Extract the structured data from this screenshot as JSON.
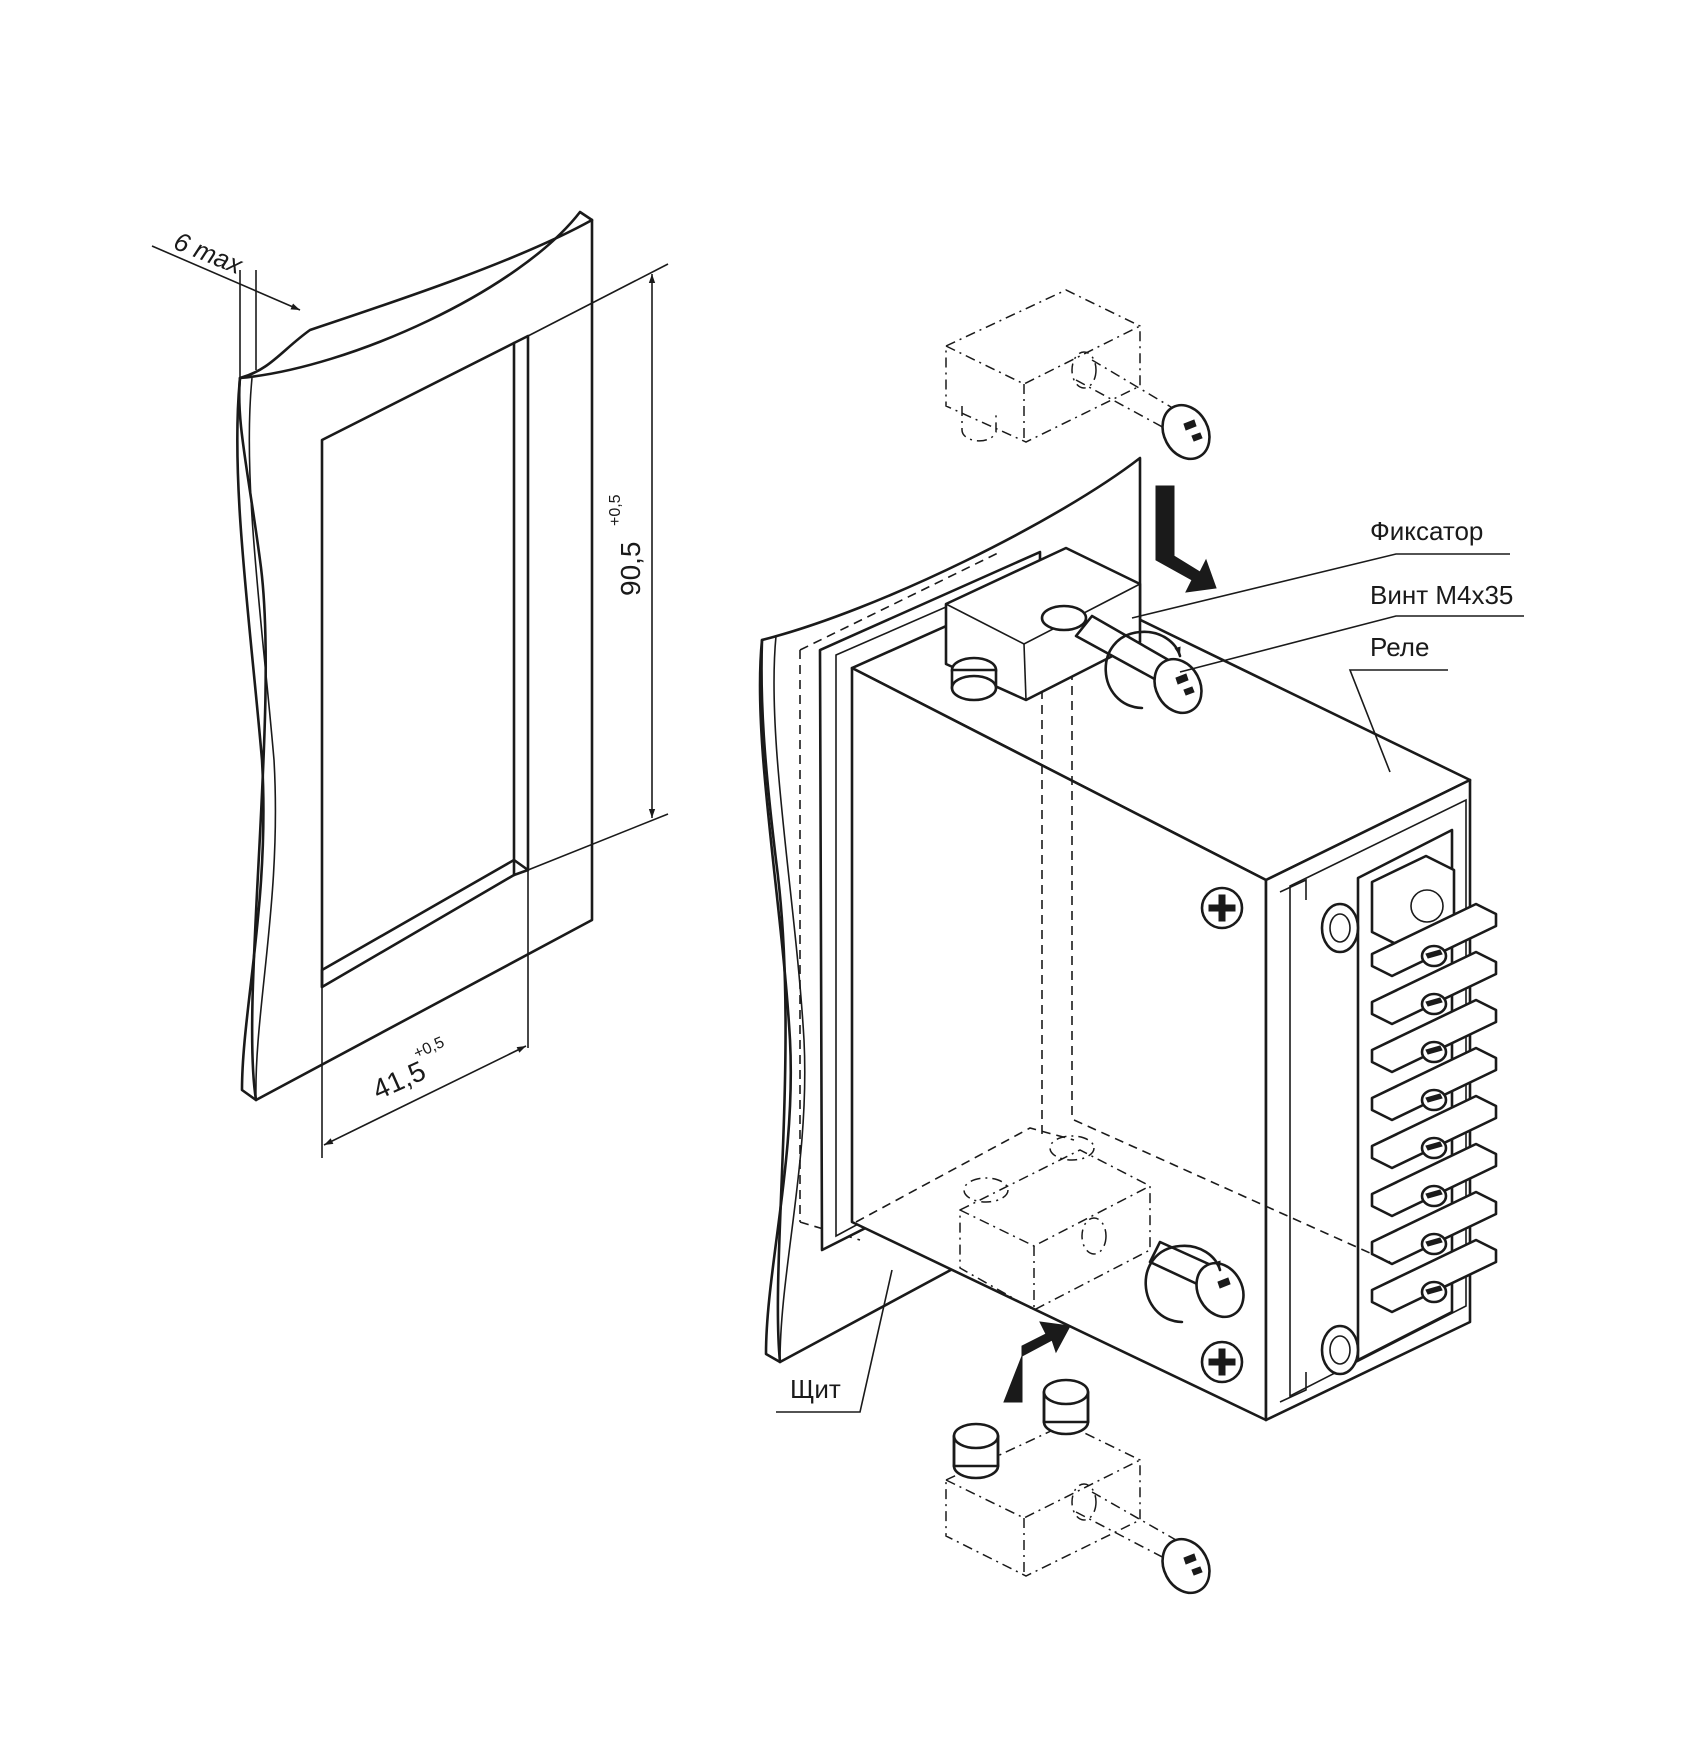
{
  "labels": {
    "fixator": "Фиксатор",
    "screw": "Винт М4х35",
    "relay": "Реле",
    "panel": "Щит"
  },
  "dimensions": {
    "thickness": "6 max",
    "height": "90,5",
    "height_tol": "+0,5",
    "width": "41,5",
    "width_tol": "+0,5"
  },
  "colors": {
    "ink": "#1a1a1a",
    "paper": "#ffffff"
  }
}
